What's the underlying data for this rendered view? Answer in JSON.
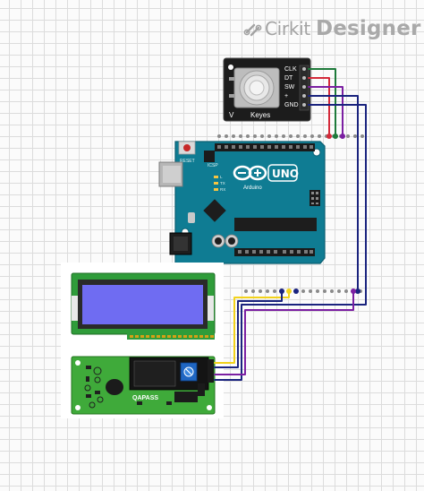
{
  "brand": {
    "name_light": "Cirkit",
    "name_bold": "Designer"
  },
  "encoder": {
    "pins": [
      "CLK",
      "DT",
      "SW",
      "+",
      "GND"
    ],
    "label_left": "V",
    "label_right": "Keyes"
  },
  "arduino": {
    "logo_text": "UNO",
    "brand_text": "Arduino",
    "reset_label": "RESET",
    "icsp_label": "ICSP",
    "led_labels": [
      "L",
      "TX",
      "RX"
    ]
  },
  "i2c_board": {
    "label": "QAPASS"
  },
  "colors": {
    "wire_green": "#1e7a3a",
    "wire_red": "#d42a3a",
    "wire_purple": "#7b1fa2",
    "wire_navy": "#1a237e",
    "wire_yellow": "#f2d21b",
    "board_teal": "#0f7c93",
    "lcd_screen": "#6f6cf2",
    "lcd_pcb": "#3faa3a"
  }
}
